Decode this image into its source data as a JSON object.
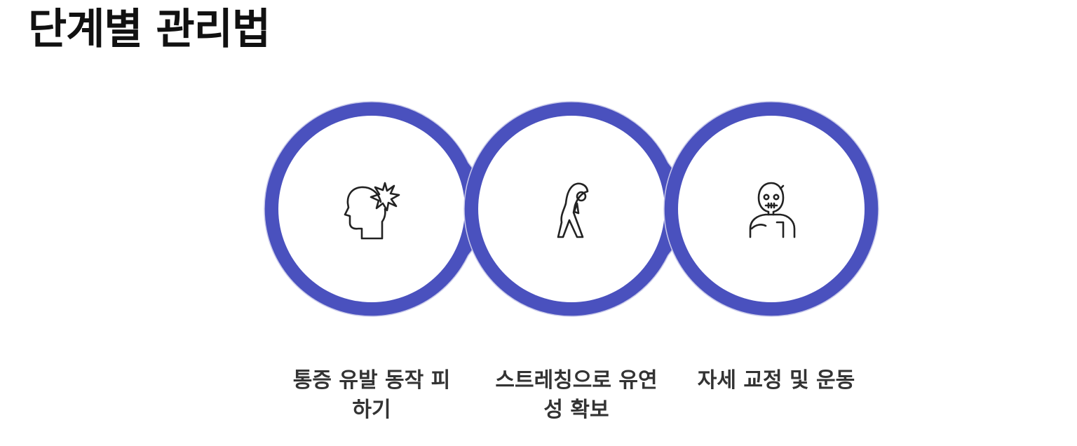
{
  "title": "단계별 관리법",
  "accent_color": "#4a51be",
  "icon_color": "#222222",
  "steps": [
    {
      "label": "통증 유발 동작 피하기",
      "icon": "head-pain-icon"
    },
    {
      "label": "스트레칭으로 유연성 확보",
      "icon": "stretching-person-icon"
    },
    {
      "label": "자세 교정 및 운동",
      "icon": "posture-person-icon"
    }
  ]
}
